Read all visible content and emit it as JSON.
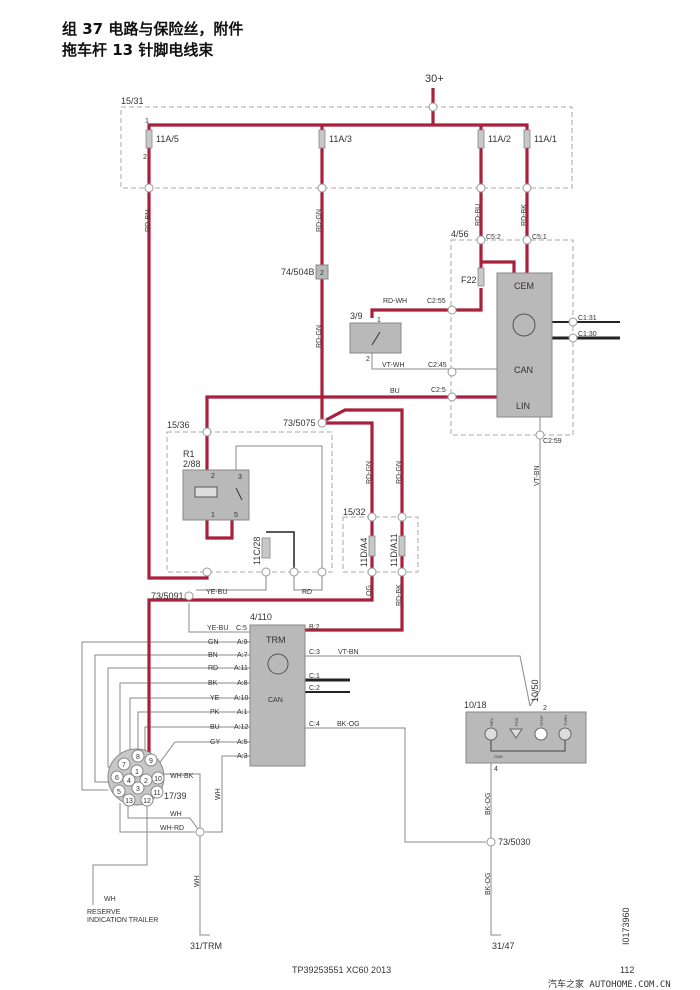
{
  "header": {
    "line1": "组 37 电路与保险丝，附件",
    "line2": "拖车杆 13 针脚电线束"
  },
  "supply": "30+",
  "fusebox_main": {
    "label": "15/31",
    "fuses": [
      "11A/5",
      "11A/3",
      "11A/2",
      "11A/1"
    ],
    "pin1": "1",
    "pin2": "2"
  },
  "wires": {
    "rd_bn": "RD-BN",
    "rd_gn": "RD-GN",
    "rd_bu": "RD-BU",
    "rd_bk": "RD-BK",
    "rd_wh": "RD-WH",
    "vt_wh": "VT-WH",
    "bu": "BU",
    "vt_bn": "VT-BN",
    "og": "OG",
    "ye_bu": "YE-BU",
    "rd": "RD",
    "wh": "WH",
    "wh_bk": "WH-BK",
    "wh_rd": "WH-RD",
    "bk_og": "BK-OG"
  },
  "connector_74": {
    "label": "74/504B",
    "pin": "2"
  },
  "cem": {
    "module": "4/56",
    "name": "CEM",
    "c5_2": "C5:2",
    "c5_1": "C5:1",
    "fuse": "F22",
    "c2_55": "C2:55",
    "c2_45": "C2:45",
    "c2_5": "C2:5",
    "c1_31": "C1:31",
    "c1_30": "C1:30",
    "c2_59": "C2:59",
    "can": "CAN",
    "lin": "LIN"
  },
  "switch": {
    "label": "3/9",
    "pin1": "1",
    "pin2": "2"
  },
  "splices": {
    "s5075": "73/5075",
    "s5091": "73/5091",
    "s5030": "73/5030"
  },
  "relay_box": {
    "label": "15/36",
    "relay": "R1",
    "relay_id": "2/88",
    "pins": [
      "2",
      "3",
      "1",
      "5"
    ],
    "fuse": "11C/28"
  },
  "fusebox_32": {
    "label": "15/32",
    "fuses": [
      "11D/A4",
      "11D/A11"
    ]
  },
  "trm": {
    "module": "4/110",
    "name": "TRM",
    "can": "CAN",
    "left_pins": [
      {
        "wire": "YE-BU",
        "pin": "C:5"
      },
      {
        "wire": "GN",
        "pin": "A:9"
      },
      {
        "wire": "BN",
        "pin": "A:7"
      },
      {
        "wire": "RD",
        "pin": "A:11"
      },
      {
        "wire": "BK",
        "pin": "A:8"
      },
      {
        "wire": "YE",
        "pin": "A:10"
      },
      {
        "wire": "PK",
        "pin": "A:1"
      },
      {
        "wire": "BU",
        "pin": "A:12"
      },
      {
        "wire": "GY",
        "pin": "A:5"
      },
      {
        "wire": "",
        "pin": "A:3"
      }
    ],
    "right_pins": {
      "b2": "B:2",
      "c3": "C:3",
      "c1": "C:1",
      "c2": "C:2",
      "c4": "C:4"
    }
  },
  "socket": {
    "label": "17/39",
    "pins": [
      "1",
      "2",
      "3",
      "4",
      "5",
      "6",
      "7",
      "8",
      "9",
      "10",
      "11",
      "12",
      "13"
    ]
  },
  "reserve": {
    "line1": "RESERVE",
    "line2": "INDICATION TRAILER"
  },
  "lamp_unit": {
    "label": "10/18",
    "connector": "10/50",
    "pin2": "2",
    "pin4": "4",
    "lamps": [
      "REV",
      "POS",
      "STOP",
      "TURN"
    ],
    "gnd": "GND"
  },
  "grounds": {
    "trm": "31/TRM",
    "g47": "31/47"
  },
  "footer": {
    "doc": "TP39253551 XC60 2013",
    "page": "112",
    "image_id": "I0173960",
    "watermark": "汽车之家  AUTOHOME.COM.CN"
  }
}
